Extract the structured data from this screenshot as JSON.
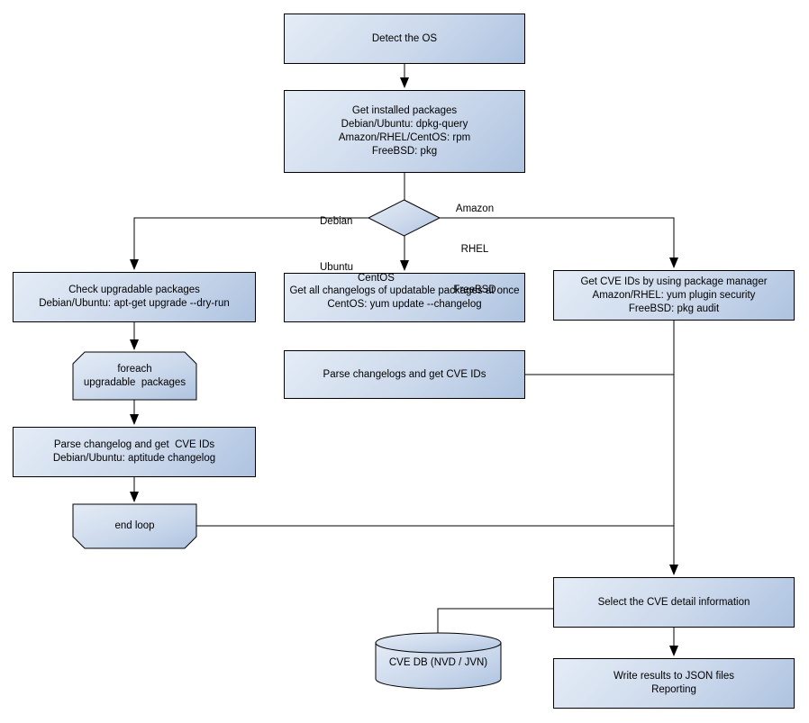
{
  "colors": {
    "background": "#ffffff",
    "node_fill_light": "#e4ecf6",
    "node_fill_dark": "#aec3e0",
    "node_border": "#000000",
    "connector": "#000000",
    "text": "#000000"
  },
  "nodes": {
    "detect_os": {
      "lines": [
        "Detect the OS"
      ]
    },
    "get_installed_packages": {
      "lines": [
        "Get installed packages",
        "Debian/Ubuntu: dpkg-query",
        "Amazon/RHEL/CentOS: rpm",
        "FreeBSD: pkg"
      ]
    },
    "check_upgradable_packages": {
      "lines": [
        "Check upgradable packages",
        "Debian/Ubuntu: apt-get upgrade --dry-run"
      ]
    },
    "foreach_loop_start": {
      "lines": [
        "foreach",
        "upgradable  packages"
      ]
    },
    "parse_changelog_debian": {
      "lines": [
        "Parse changelog and get  CVE IDs",
        "Debian/Ubuntu: aptitude changelog"
      ]
    },
    "end_loop": {
      "lines": [
        "end loop"
      ]
    },
    "get_all_changelogs": {
      "lines": [
        "Get all changelogs of updatable packages at once",
        "CentOS: yum update --changelog"
      ]
    },
    "parse_changelogs_centos": {
      "lines": [
        "Parse changelogs and get CVE IDs"
      ]
    },
    "get_cve_ids_pkg_manager": {
      "lines": [
        "Get CVE IDs by using package manager",
        "Amazon/RHEL: yum plugin security",
        "FreeBSD: pkg audit"
      ]
    },
    "select_cve_detail": {
      "lines": [
        "Select the CVE detail information"
      ]
    },
    "cve_db": {
      "lines": [
        "CVE DB (NVD / JVN)"
      ]
    },
    "write_results": {
      "lines": [
        "Write results to JSON files",
        "Reporting"
      ]
    }
  },
  "edge_labels": {
    "debian_ubuntu": {
      "lines": [
        "Debian",
        "Ubuntu"
      ]
    },
    "amazon_rhel_freebsd": {
      "lines": [
        "Amazon",
        "RHEL",
        "FreeBSD"
      ]
    },
    "centos": "CentOS"
  }
}
